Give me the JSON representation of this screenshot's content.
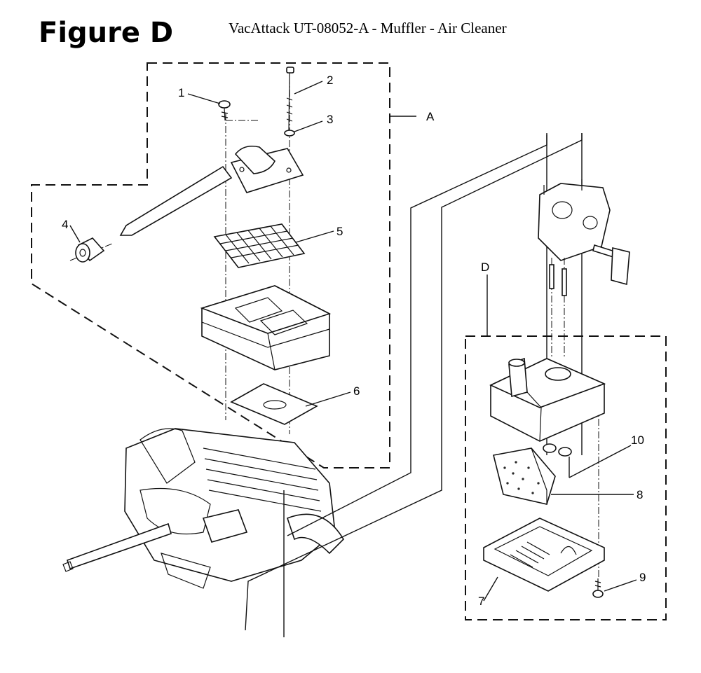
{
  "header": {
    "figure_label": "Figure D",
    "document_title": "VacAttack UT-08052-A - Muffler - Air Cleaner"
  },
  "groups": {
    "A": "A",
    "D": "D"
  },
  "callouts": {
    "c1": "1",
    "c2": "2",
    "c3": "3",
    "c4": "4",
    "c5": "5",
    "c6": "6",
    "c7": "7",
    "c8": "8",
    "c9": "9",
    "c10": "10"
  }
}
